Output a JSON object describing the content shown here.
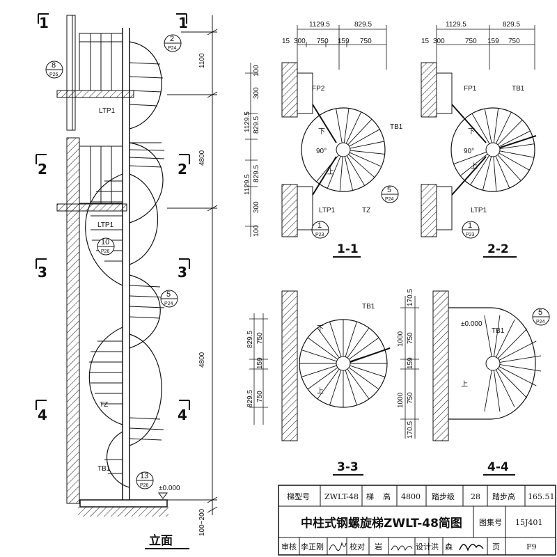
{
  "elevation": {
    "title": "立面",
    "cut_marks": [
      "1",
      "1",
      "2",
      "2",
      "3",
      "3",
      "4",
      "4"
    ],
    "dims": [
      "1100",
      "4800",
      "4800",
      "100~200"
    ],
    "labels": [
      "LTP1",
      "LTP1",
      "TZ",
      "TB1",
      "±0.000"
    ],
    "callouts": [
      {
        "num": "2",
        "ref": "P24"
      },
      {
        "num": "8",
        "ref": "P26"
      },
      {
        "num": "10",
        "ref": "P26"
      },
      {
        "num": "5",
        "ref": "P24"
      },
      {
        "num": "13",
        "ref": "P26"
      }
    ]
  },
  "plan_1_1": {
    "title": "1-1",
    "top_dims": [
      "1129.5",
      "829.5",
      "15",
      "300",
      "750",
      "159",
      "750"
    ],
    "left_dims": [
      "100",
      "300",
      "1129.5",
      "829.5",
      "829.5",
      "1129.5",
      "300",
      "100"
    ],
    "labels": [
      "FP2",
      "TB1",
      "下",
      "90°",
      "上",
      "LTP1",
      "TZ"
    ],
    "callouts": [
      {
        "num": "5",
        "ref": "P24"
      },
      {
        "num": "1",
        "ref": "P23"
      }
    ]
  },
  "plan_2_2": {
    "title": "2-2",
    "top_dims": [
      "1129.5",
      "829.5",
      "15",
      "300",
      "750",
      "159",
      "750"
    ],
    "labels": [
      "FP1",
      "TB1",
      "下",
      "90°",
      "上",
      "LTP1"
    ],
    "callouts": [
      {
        "num": "1",
        "ref": "P23"
      }
    ]
  },
  "plan_3_3": {
    "title": "3-3",
    "left_dims": [
      "829.5",
      "750",
      "159",
      "829.5",
      "750"
    ],
    "labels": [
      "TB1",
      "下",
      "上"
    ]
  },
  "plan_4_4": {
    "title": "4-4",
    "left_dims": [
      "170.5",
      "1000",
      "750",
      "159",
      "1000",
      "750",
      "170.5"
    ],
    "labels": [
      "±0.000",
      "TB1",
      "上"
    ],
    "callouts": [
      {
        "num": "5",
        "ref": "P24"
      }
    ]
  },
  "title_block": {
    "row1": [
      "梯型号",
      "ZWLT-48",
      "梯",
      "高",
      "4800",
      "踏步级",
      "28",
      "踏步高",
      "165.51"
    ],
    "title": "中柱式钢螺旋梯ZWLT-48简图",
    "atlas_label": "图集号",
    "atlas_no": "15J401",
    "row3": [
      "审核",
      "李正刚",
      "校对",
      "岩",
      "设计",
      "洪",
      "森",
      "页",
      "F9"
    ],
    "signatures": [
      "李正刚",
      "岩",
      "洪森"
    ]
  },
  "colors": {
    "line": "#111111",
    "background": "#ffffff"
  }
}
